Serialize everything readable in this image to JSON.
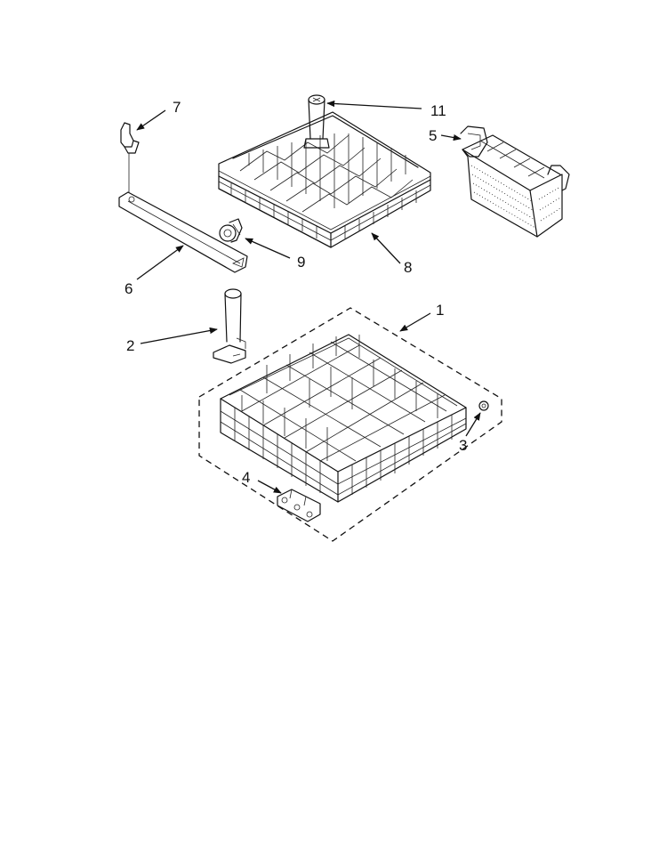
{
  "diagram": {
    "labels": {
      "p1": "1",
      "p2": "2",
      "p3": "3",
      "p4": "4",
      "p5": "5",
      "p6": "6",
      "p7": "7",
      "p8": "8",
      "p9": "9",
      "p11": "11"
    },
    "colors": {
      "ink": "#111111",
      "paper": "#ffffff"
    }
  }
}
